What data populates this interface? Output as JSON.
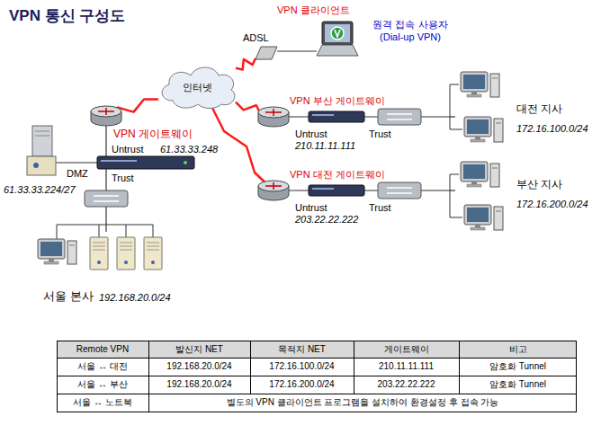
{
  "diagram": {
    "title": "VPN 통신 구성도",
    "nodes": [
      {
        "text": [
          "VPN 클라이언트",
          "원격 접속 사용자 (Dial-up VPN)"
        ]
      },
      {
        "text": [
          "ADSL"
        ]
      },
      {
        "text": [
          "인터넷"
        ]
      },
      {
        "text": [
          "VPN 게이트웨이"
        ]
      },
      {
        "text": [
          "61.33.33.224/27"
        ]
      },
      {
        "text": [
          "서울 본사",
          "192.168.20.0/24"
        ]
      },
      {
        "text": [
          "VPN 부산 게이트웨이"
        ]
      },
      {
        "text": [
          "대전 지사",
          "172.16.100.0/24"
        ]
      },
      {
        "text": [
          "VPN 대전 게이트웨이"
        ]
      },
      {
        "text": [
          "부산 지사",
          "172.16.200.0/24"
        ]
      }
    ],
    "edges": [
      {
        "from": 2,
        "to": 1,
        "arrow": "none"
      },
      {
        "from": 1,
        "to": 0,
        "arrow": "none"
      },
      {
        "from": 2,
        "to": 3,
        "arrow": "none"
      },
      {
        "from": 3,
        "to": 4,
        "arrow": "none"
      },
      {
        "from": 3,
        "to": 5,
        "arrow": "none"
      },
      {
        "from": 2,
        "to": 6,
        "arrow": "none"
      },
      {
        "from": 6,
        "to": 7,
        "arrow": "none"
      },
      {
        "from": 2,
        "to": 8,
        "arrow": "none"
      },
      {
        "from": 8,
        "to": 9,
        "arrow": "none"
      }
    ],
    "labels": [
      "Untrust",
      "61.33.33.248",
      "DMZ",
      "Trust",
      "Untrust",
      "210.11.11.111",
      "Trust",
      "Untrust",
      "203.22.22.222",
      "Trust",
      "Remote VPN",
      "발신지 NET",
      "목적지 NET",
      "게이트웨이",
      "비고",
      "서울 ↔ 대전",
      "192.168.20.0/24",
      "172.16.100.0/24",
      "210.11.11.111",
      "암호화 Tunnel",
      "서울 ↔ 부산",
      "192.168.20.0/24",
      "172.16.200.0/24",
      "203.22.22.222",
      "암호화 Tunnel",
      "서울 ↔ 노트북",
      "별도의 VPN 클라이언트 프로그램을 설치하여 환경설정 후 접속 가능"
    ]
  }
}
